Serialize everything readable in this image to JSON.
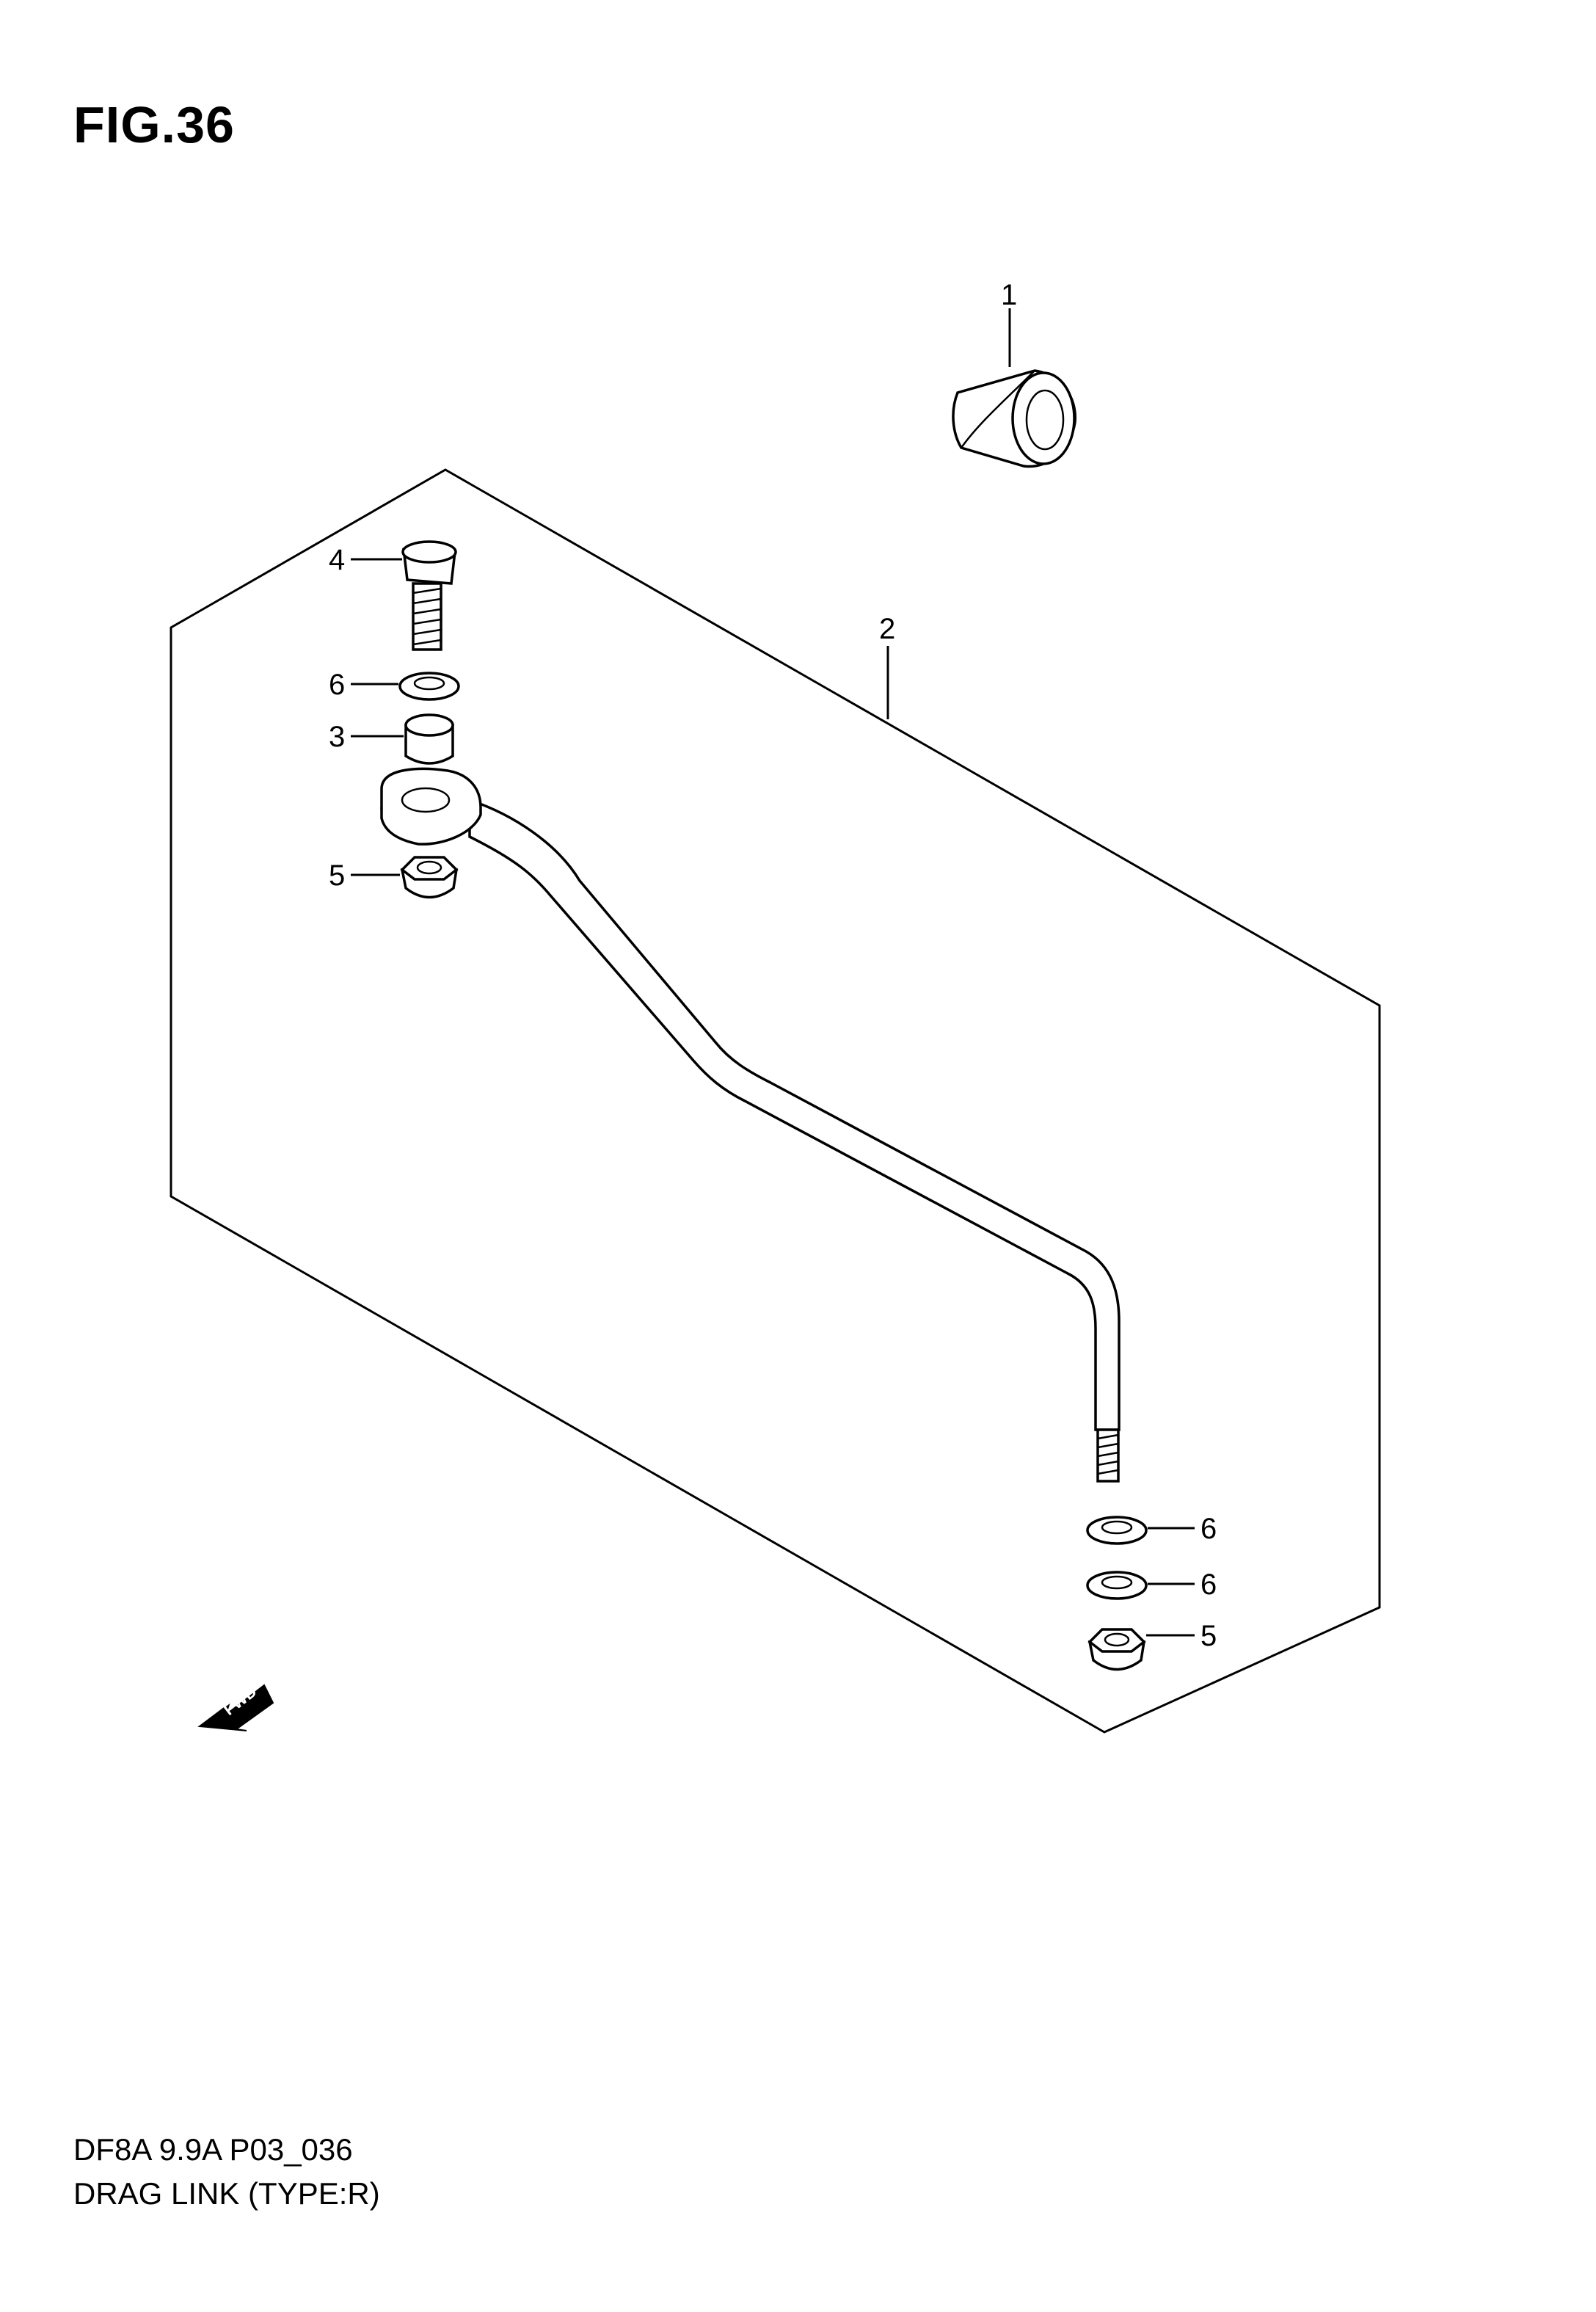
{
  "figure": {
    "title": "FIG.36"
  },
  "footer": {
    "model_code": "DF8A 9.9A P03_036",
    "section_title": "DRAG LINK (TYPE:R)"
  },
  "callouts": {
    "c1": "1",
    "c2": "2",
    "c3": "3",
    "c4": "4",
    "c5_top": "5",
    "c5_bottom": "5",
    "c6_top": "6",
    "c6_mid": "6",
    "c6_bottom": "6"
  },
  "direction_marker": {
    "label": "FWD"
  }
}
